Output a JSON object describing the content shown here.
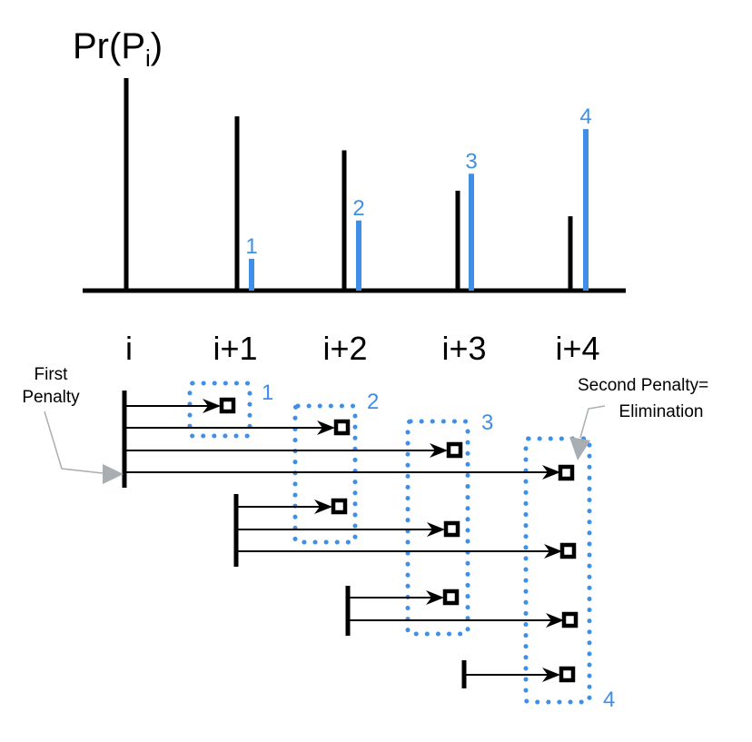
{
  "colors": {
    "black": "#000000",
    "blue": "#3f8fe6",
    "pointer_gray": "#a8aeb1"
  },
  "y_label": {
    "main": "Pr(P",
    "sub": "i",
    "close": ")"
  },
  "x_categories": [
    "i",
    "i+1",
    "i+2",
    "i+3",
    "i+4"
  ],
  "chart_data": {
    "type": "bar",
    "categories": [
      "i",
      "i+1",
      "i+2",
      "i+3",
      "i+4"
    ],
    "ylabel": "Pr(Pi)",
    "series": [
      {
        "color": "#000000",
        "values": [
          1.0,
          0.82,
          0.66,
          0.47,
          0.35
        ]
      },
      {
        "color": "#3f8fe6",
        "values": [
          null,
          0.15,
          0.33,
          0.55,
          0.76
        ]
      }
    ],
    "bar_labels": [
      "1",
      "2",
      "3",
      "4"
    ]
  },
  "groups": [
    {
      "label": "1"
    },
    {
      "label": "2"
    },
    {
      "label": "3"
    },
    {
      "label": "4"
    }
  ],
  "annotations": {
    "first_penalty": [
      "First",
      "Penalty"
    ],
    "second_penalty": [
      "Second Penalty=",
      "Elimination"
    ]
  }
}
